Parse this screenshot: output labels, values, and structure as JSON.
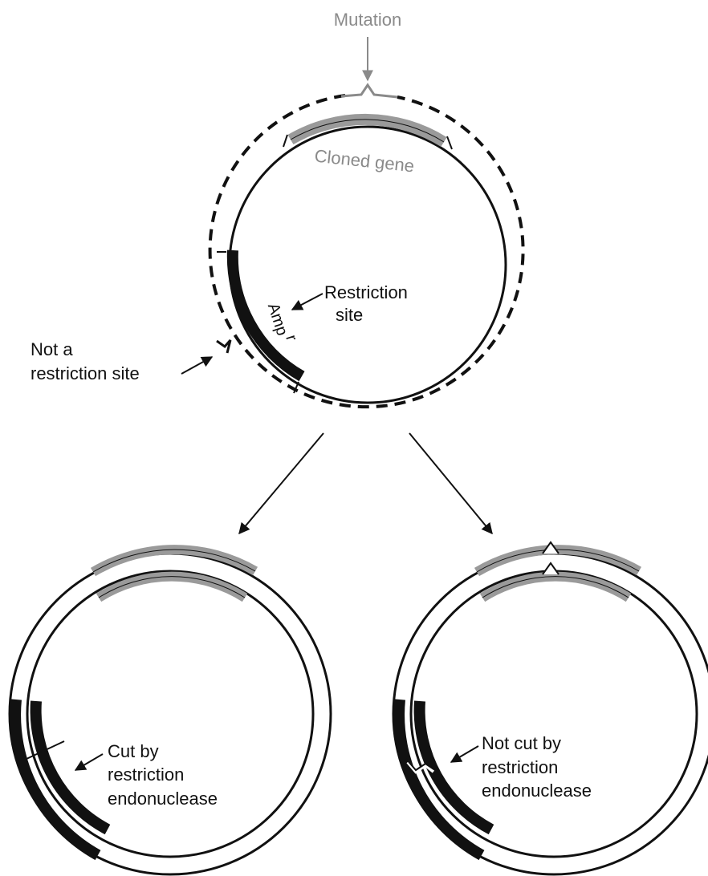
{
  "labels": {
    "mutation": "Mutation",
    "cloned_gene": "Cloned gene",
    "amp_r": "Amp",
    "amp_r_superscript": "r",
    "restriction_site": [
      "Restriction",
      "site"
    ],
    "not_a_restriction_site": [
      "Not a",
      "restriction site"
    ],
    "cut_by": [
      "Cut by",
      "restriction",
      "endonuclease"
    ],
    "not_cut_by": [
      "Not cut by",
      "restriction",
      "endonuclease"
    ]
  },
  "colors": {
    "strand": "#111111",
    "mutant_strand": "#111111",
    "cloned_gene": "#9a9a9a",
    "amp_gene": "#111111",
    "gray_label": "#8a8a8a"
  }
}
